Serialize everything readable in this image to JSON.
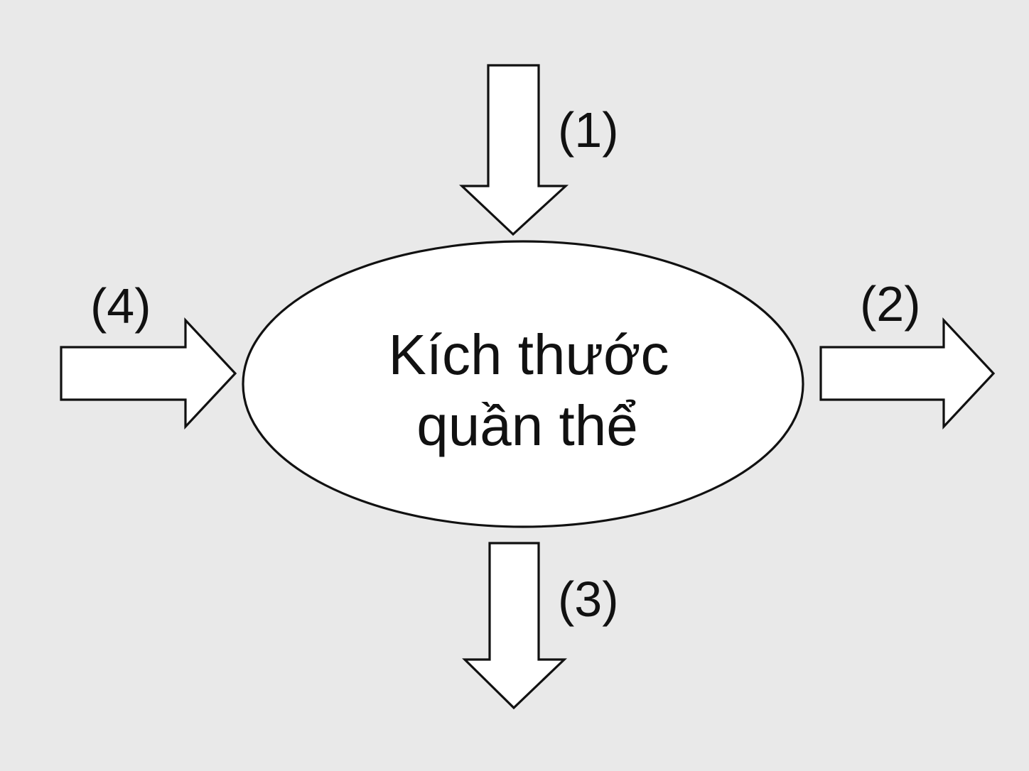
{
  "center": {
    "line1": "Kích thước",
    "line2": "quần thể"
  },
  "arrows": {
    "top": {
      "label": "(1)",
      "direction": "into-center"
    },
    "right": {
      "label": "(2)",
      "direction": "out-of-center"
    },
    "bottom": {
      "label": "(3)",
      "direction": "out-of-center"
    },
    "left": {
      "label": "(4)",
      "direction": "into-center"
    }
  },
  "colors": {
    "background": "#e9e9e9",
    "shape_fill": "#ffffff",
    "stroke": "#111111"
  }
}
